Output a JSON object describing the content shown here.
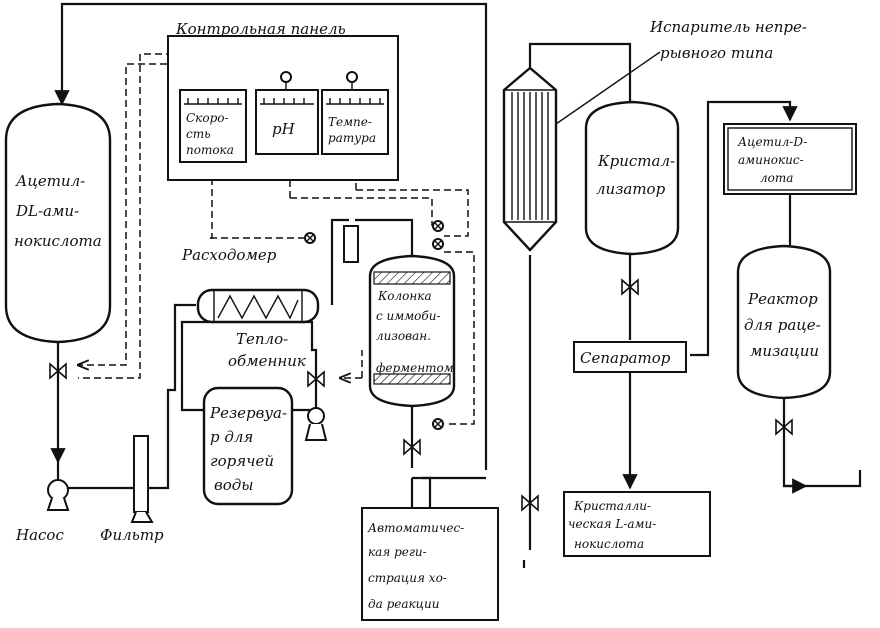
{
  "labels": {
    "control_panel": "Контрольная панель",
    "flow_rate": [
      "Скоро-",
      "сть",
      "потока"
    ],
    "ph": "pH",
    "temperature": [
      "Темпе-",
      "ратура"
    ],
    "feed_tank": [
      "Ацетил-",
      "DL-ами-",
      "нокислота"
    ],
    "flowmeter": "Расходомер",
    "heat_exchanger": [
      "Тепло-",
      "обменник"
    ],
    "hot_water_tank": [
      "Резервуа-",
      "р для",
      "горячей",
      "воды"
    ],
    "column": [
      "Колонка",
      "с иммоби-",
      "лизован.",
      "ферментом"
    ],
    "pump": "Насос",
    "filter": "Фильтр",
    "recorder": [
      "Автоматичес-",
      "кая реги-",
      "страция хо-",
      "да реакции"
    ],
    "evaporator": [
      "Испаритель непре-",
      "рывного типа"
    ],
    "crystallizer": [
      "Кристал-",
      "лизатор"
    ],
    "separator": "Сепаратор",
    "product": [
      "Кристалли-",
      "ческая L-ами-",
      "нокислота"
    ],
    "d_amino": [
      "Ацетил-D-",
      "аминокис-",
      "лота"
    ],
    "racemization": [
      "Реактор",
      "для раце-",
      "мизации"
    ]
  }
}
